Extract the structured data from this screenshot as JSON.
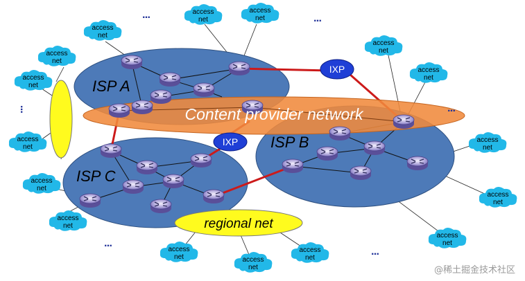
{
  "colors": {
    "isp_fill": "#4d7ab8",
    "isp_stroke": "#2d4f7f",
    "content_fill": "#f08a3c",
    "content_stroke": "#c4631e",
    "ixp_fill": "#1f3fd6",
    "regional_fill": "#fffb1e",
    "peering_link": "#cc1a1a",
    "access_cloud": "#22b8e8",
    "dots": "#223399"
  },
  "networks": {
    "isp_a": "ISP A",
    "isp_b": "ISP B",
    "isp_c": "ISP C",
    "content_provider": "Content provider network",
    "regional": "regional net"
  },
  "ixps": [
    "IXP",
    "IXP"
  ],
  "access_label": [
    "access",
    "net"
  ],
  "ellipsis": "· · ·",
  "watermark": "@稀土掘金技术社区"
}
